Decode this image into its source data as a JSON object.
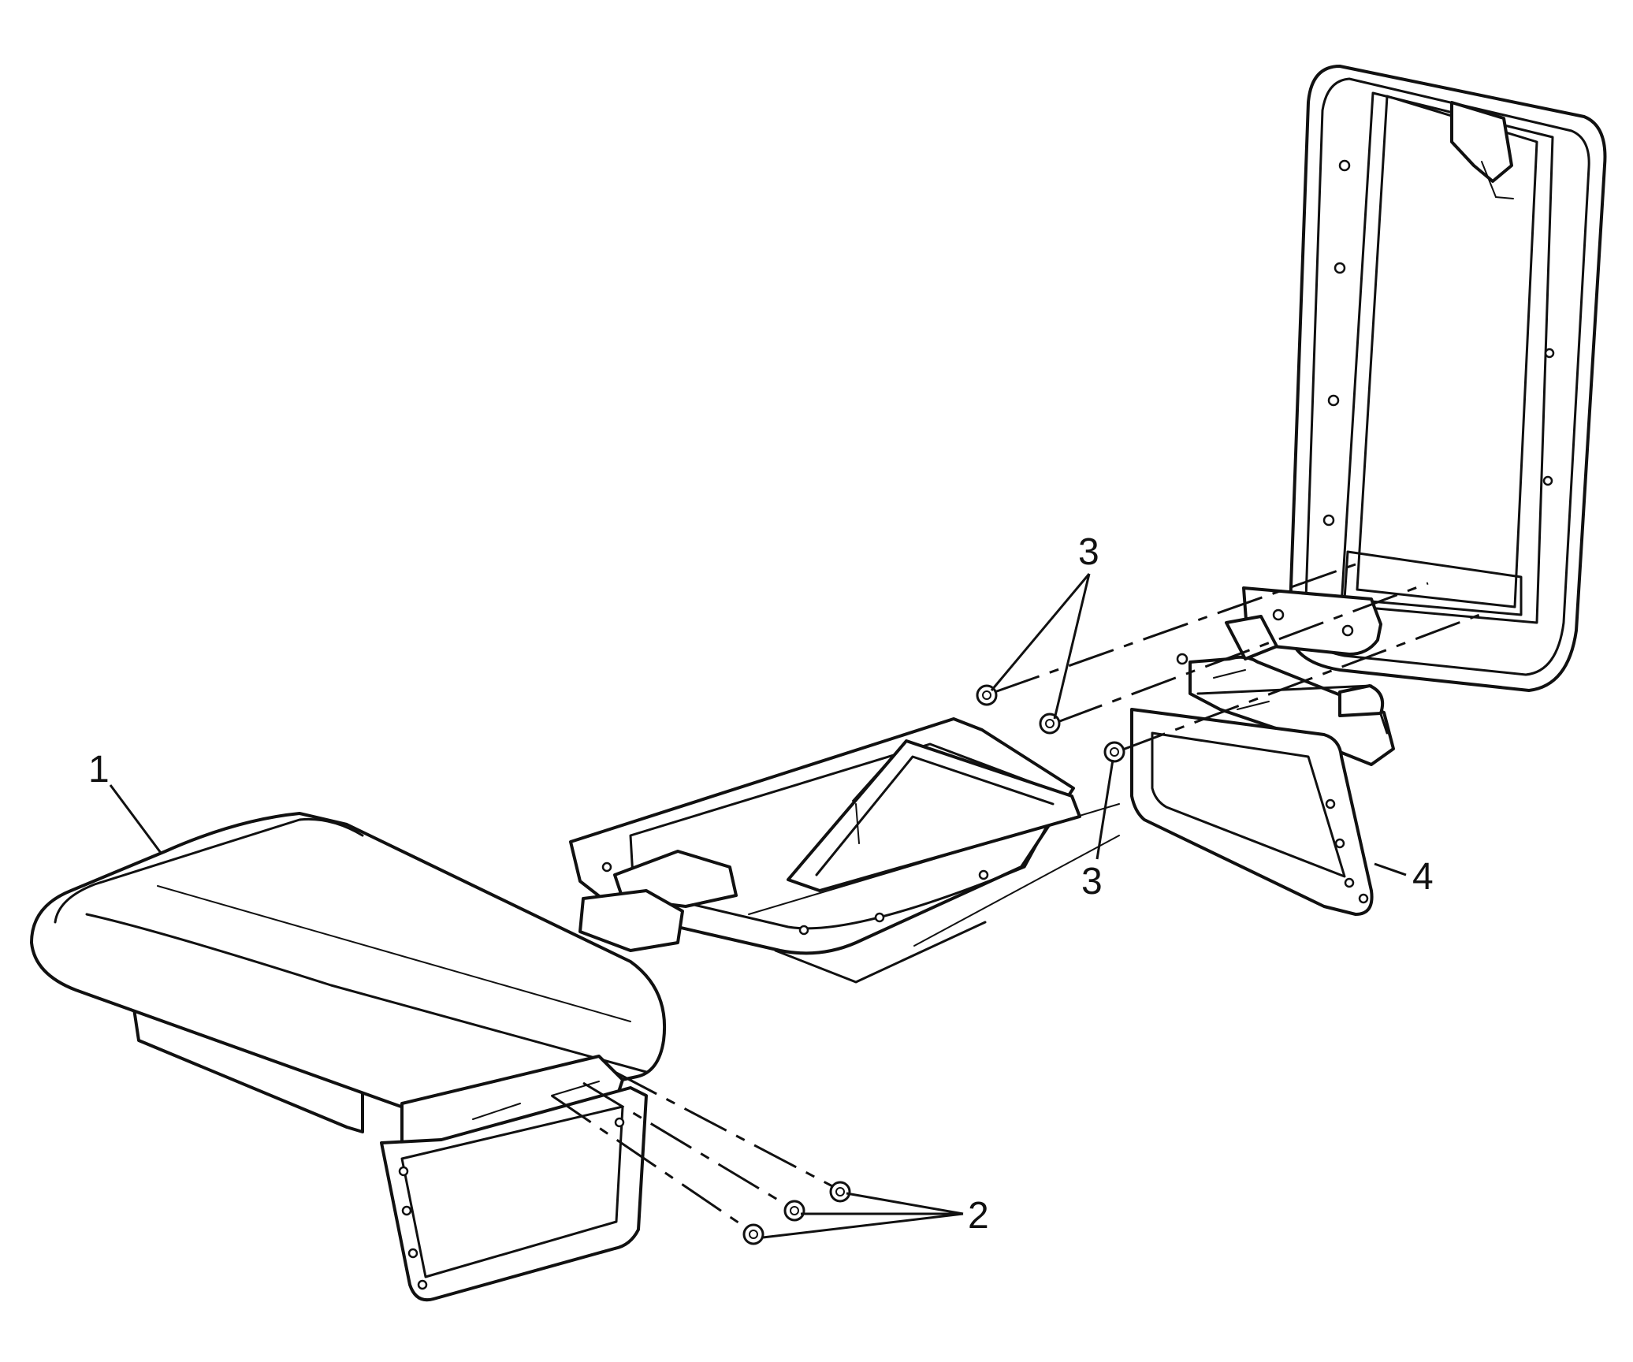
{
  "diagram": {
    "callouts": [
      {
        "id": "armrest-cover",
        "label": "1"
      },
      {
        "id": "cover-screws",
        "label": "2"
      },
      {
        "id": "hinge-screws-upper",
        "label": "3"
      },
      {
        "id": "hinge-screws-lower",
        "label": "3"
      },
      {
        "id": "hinge-bracket",
        "label": "4"
      }
    ]
  }
}
